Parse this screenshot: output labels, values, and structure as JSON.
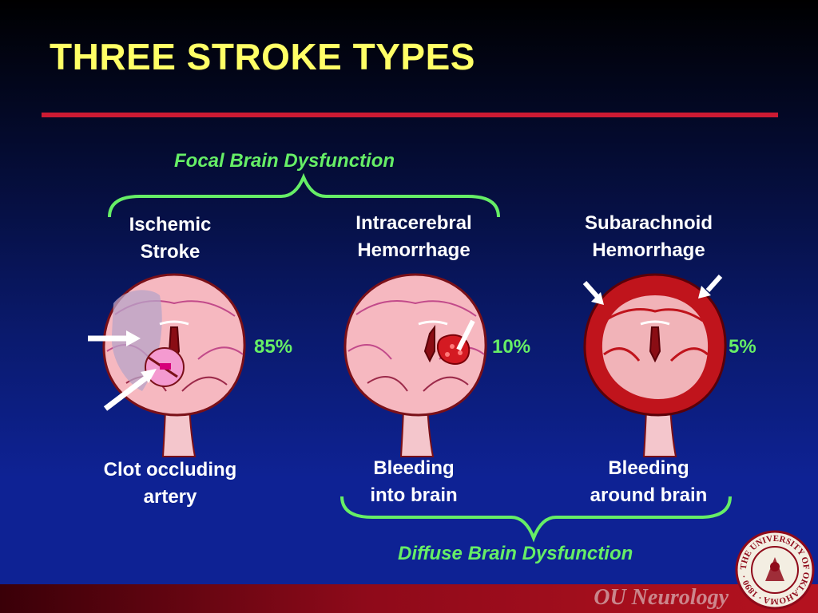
{
  "slide": {
    "title": "THREE STROKE TYPES",
    "focal_label": "Focal Brain Dysfunction",
    "diffuse_label": "Diffuse Brain Dysfunction",
    "footer": "OU Neurology",
    "seal_text": "THE UNIVERSITY OF OKLAHOMA · 1890 ·"
  },
  "types": [
    {
      "name_line1": "Ischemic",
      "name_line2": "Stroke",
      "percent": "85%",
      "desc_line1": "Clot occluding",
      "desc_line2": "artery"
    },
    {
      "name_line1": "Intracerebral",
      "name_line2": "Hemorrhage",
      "percent": "10%",
      "desc_line1": "Bleeding",
      "desc_line2": "into brain"
    },
    {
      "name_line1": "Subarachnoid",
      "name_line2": "Hemorrhage",
      "percent": "5%",
      "desc_line1": "Bleeding",
      "desc_line2": "around brain"
    }
  ],
  "colors": {
    "title": "#ffff66",
    "accent_green": "#66ee66",
    "rule_red": "#cc1a33",
    "brain_pink": "#f6b8c0",
    "blood_red": "#c0141c"
  }
}
